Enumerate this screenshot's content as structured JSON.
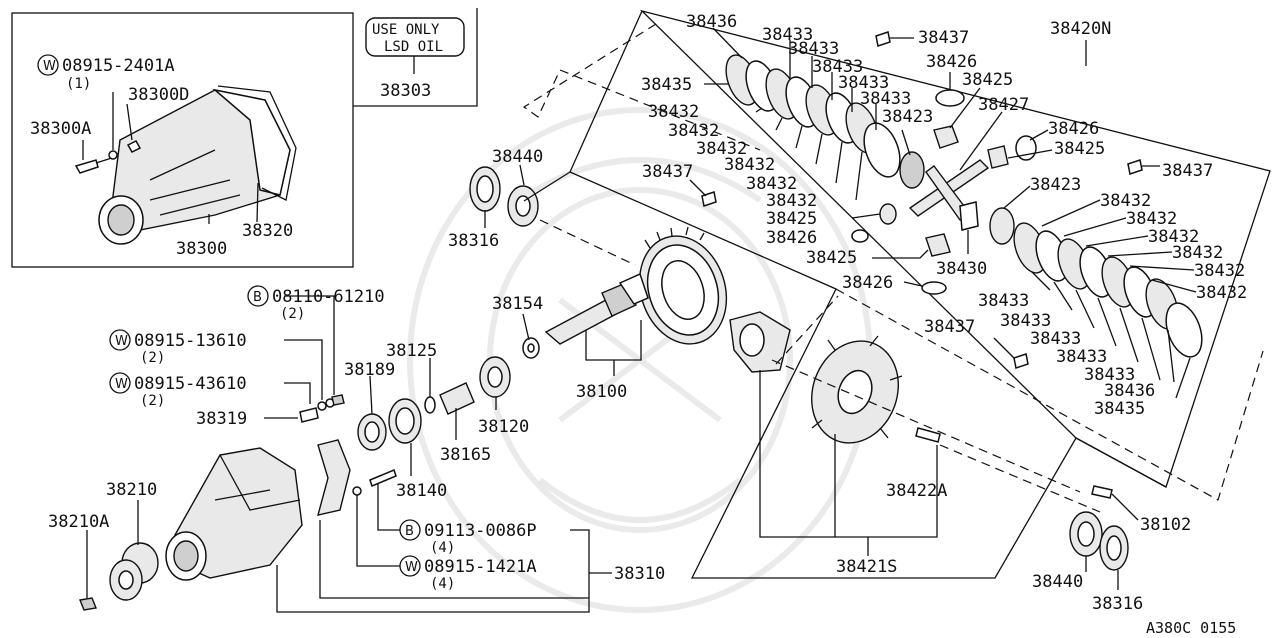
{
  "diagram_code": "A380C 0155",
  "note": {
    "line1": "USE ONLY",
    "line2": "LSD OIL",
    "part": "38303"
  },
  "inset": {
    "w_part": "08915-2401A",
    "w_qty": "(1)",
    "p1": "38300D",
    "p2": "38300A",
    "p3": "38320",
    "p4": "38300"
  },
  "fasteners": [
    {
      "prefix": "B",
      "part": "08110-61210",
      "qty": "(2)"
    },
    {
      "prefix": "W",
      "part": "08915-13610",
      "qty": "(2)"
    },
    {
      "prefix": "W",
      "part": "08915-43610",
      "qty": "(2)"
    },
    {
      "prefix": "B",
      "part": "09113-0086P",
      "qty": "(4)"
    },
    {
      "prefix": "W",
      "part": "08915-1421A",
      "qty": "(4)"
    }
  ],
  "labels": {
    "p38319": "38319",
    "p38189": "38189",
    "p38125": "38125",
    "p38120": "38120",
    "p38165": "38165",
    "p38140": "38140",
    "p38210": "38210",
    "p38210A": "38210A",
    "p38310": "38310",
    "p38440a": "38440",
    "p38316a": "38316",
    "p38154": "38154",
    "p38100": "38100",
    "p38437a": "38437",
    "p38436a": "38436",
    "p38435a": "38435",
    "p38433": "38433",
    "p38432": "38432",
    "p38423": "38423",
    "p38437b": "38437",
    "p38426": "38426",
    "p38425": "38425",
    "p38427": "38427",
    "p38420N": "38420N",
    "p38437c": "38437",
    "p38430": "38430",
    "p38437d": "38437",
    "p38422A": "38422A",
    "p38421S": "38421S",
    "p38102": "38102",
    "p38440b": "38440",
    "p38316b": "38316",
    "p38436b": "38436",
    "p38435b": "38435"
  }
}
